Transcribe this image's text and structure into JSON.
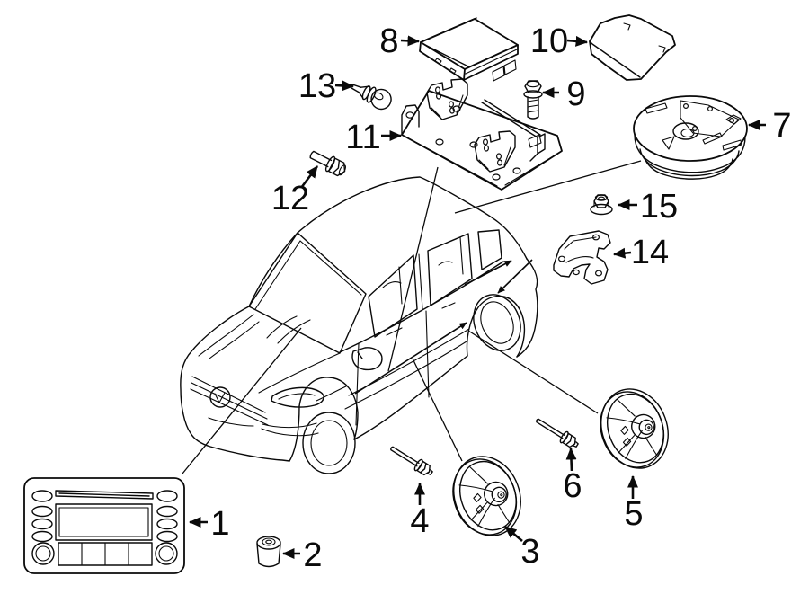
{
  "figure": {
    "kind": "exploded-parts-diagram",
    "subject": "vehicle audio components with SUV outline",
    "background_color": "#ffffff",
    "line_color": "#0a0a0a"
  },
  "parts": [
    {
      "number": "1"
    },
    {
      "number": "2"
    },
    {
      "number": "3"
    },
    {
      "number": "4"
    },
    {
      "number": "5"
    },
    {
      "number": "6"
    },
    {
      "number": "7"
    },
    {
      "number": "8"
    },
    {
      "number": "9"
    },
    {
      "number": "10"
    },
    {
      "number": "11"
    },
    {
      "number": "12"
    },
    {
      "number": "13"
    },
    {
      "number": "14"
    },
    {
      "number": "15"
    }
  ]
}
